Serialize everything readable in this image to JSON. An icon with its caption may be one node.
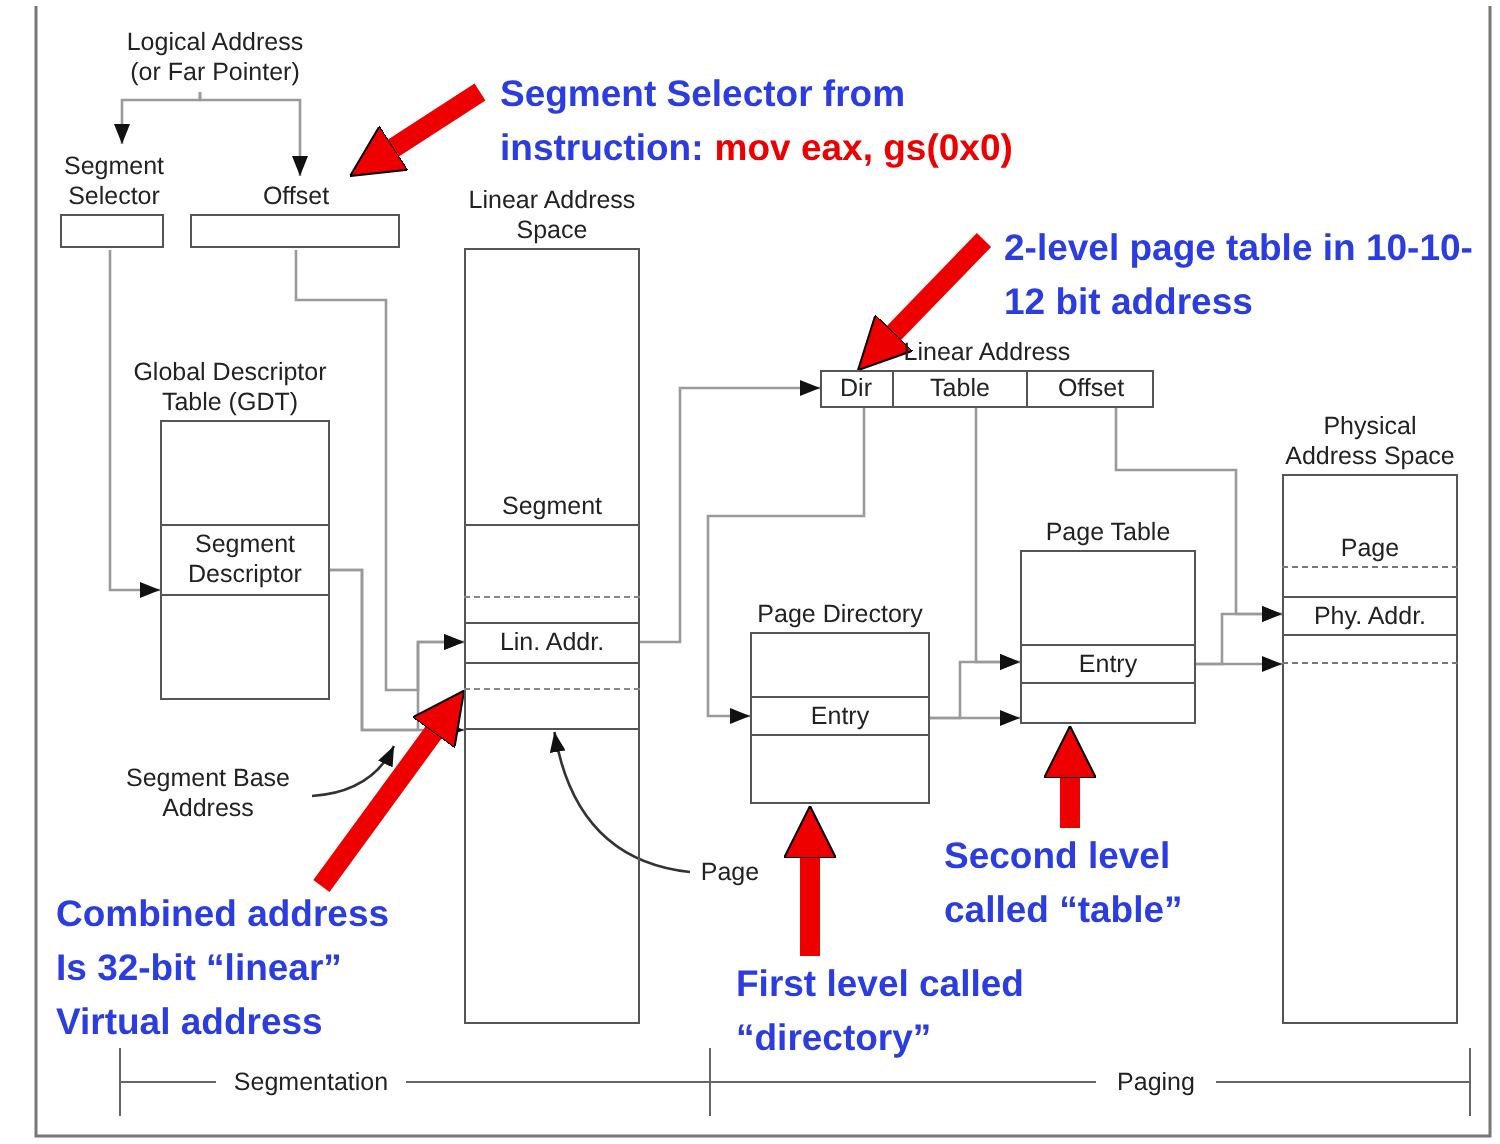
{
  "diagram": {
    "nodes": [
      {
        "text": [
          "Logical Address (or Far Pointer)"
        ]
      },
      {
        "text": [
          "Segment Selector"
        ]
      },
      {
        "text": [
          "Offset"
        ]
      },
      {
        "text": [
          "Segment Selector from instruction:",
          "mov eax, gs(0x0)"
        ]
      },
      {
        "text": [
          "Linear Address Space"
        ]
      },
      {
        "text": [
          "Segment"
        ],
        "in": 4
      },
      {
        "text": [
          "Lin. Addr."
        ],
        "in": 5
      },
      {
        "text": [
          "2-level page table in 10-10-12 bit address"
        ]
      },
      {
        "text": [
          "Linear Address"
        ]
      },
      {
        "text": [
          "Dir"
        ],
        "in": 8
      },
      {
        "text": [
          "Table"
        ],
        "in": 8
      },
      {
        "text": [
          "Offset"
        ],
        "in": 8
      },
      {
        "text": [
          "Global Descriptor Table (GDT)"
        ]
      },
      {
        "text": [
          "Segment Descriptor"
        ],
        "in": 12
      },
      {
        "text": [
          "Physical Address Space"
        ]
      },
      {
        "text": [
          "Page"
        ],
        "in": 14
      },
      {
        "text": [
          "Phy. Addr."
        ],
        "in": 15
      },
      {
        "text": [
          "Page Table"
        ]
      },
      {
        "text": [
          "Entry"
        ],
        "in": 17
      },
      {
        "text": [
          "Page Directory"
        ]
      },
      {
        "text": [
          "Entry"
        ],
        "in": 19
      },
      {
        "text": [
          "Segment Base Address"
        ]
      },
      {
        "text": [
          "Page"
        ]
      },
      {
        "text": [
          "Combined address Is 32-bit “linear” Virtual address"
        ]
      },
      {
        "text": [
          "Second level called “table”"
        ]
      },
      {
        "text": [
          "First level called “directory”"
        ]
      }
    ],
    "edges": [
      {
        "from": 0,
        "to": 1,
        "arrow": "to"
      },
      {
        "from": 0,
        "to": 2,
        "arrow": "to"
      },
      {
        "from": 3,
        "to": 2,
        "arrow": "to",
        "style": "thick",
        "color": "#ee0000"
      },
      {
        "from": 1,
        "to": 13,
        "arrow": "to"
      },
      {
        "from": 13,
        "to": 5,
        "arrow": "to"
      },
      {
        "from": 2,
        "to": 6,
        "arrow": "to"
      },
      {
        "from": 13,
        "to": 6,
        "arrow": "to"
      },
      {
        "from": 6,
        "to": 8,
        "arrow": "to"
      },
      {
        "from": 7,
        "to": 9,
        "arrow": "to",
        "style": "thick",
        "color": "#ee0000"
      },
      {
        "from": 9,
        "to": 20,
        "arrow": "to"
      },
      {
        "from": 20,
        "to": 17,
        "arrow": "to"
      },
      {
        "from": 10,
        "to": 18,
        "arrow": "to"
      },
      {
        "from": 20,
        "to": 18,
        "arrow": "to"
      },
      {
        "from": 18,
        "to": 15,
        "arrow": "to"
      },
      {
        "from": 11,
        "to": 16,
        "arrow": "to"
      },
      {
        "from": 18,
        "to": 16,
        "arrow": "to"
      },
      {
        "from": 21,
        "to": null,
        "arrow": "to",
        "color": "#333333"
      },
      {
        "from": 22,
        "to": 5,
        "arrow": "to",
        "color": "#333333"
      },
      {
        "from": 23,
        "to": 5,
        "arrow": "to",
        "style": "thick",
        "color": "#ee0000"
      },
      {
        "from": 25,
        "to": 19,
        "arrow": "to",
        "style": "thick",
        "color": "#ee0000"
      },
      {
        "from": 24,
        "to": 17,
        "arrow": "to",
        "style": "thick",
        "color": "#ee0000"
      }
    ],
    "labels": [
      "Segmentation",
      "Paging"
    ]
  }
}
